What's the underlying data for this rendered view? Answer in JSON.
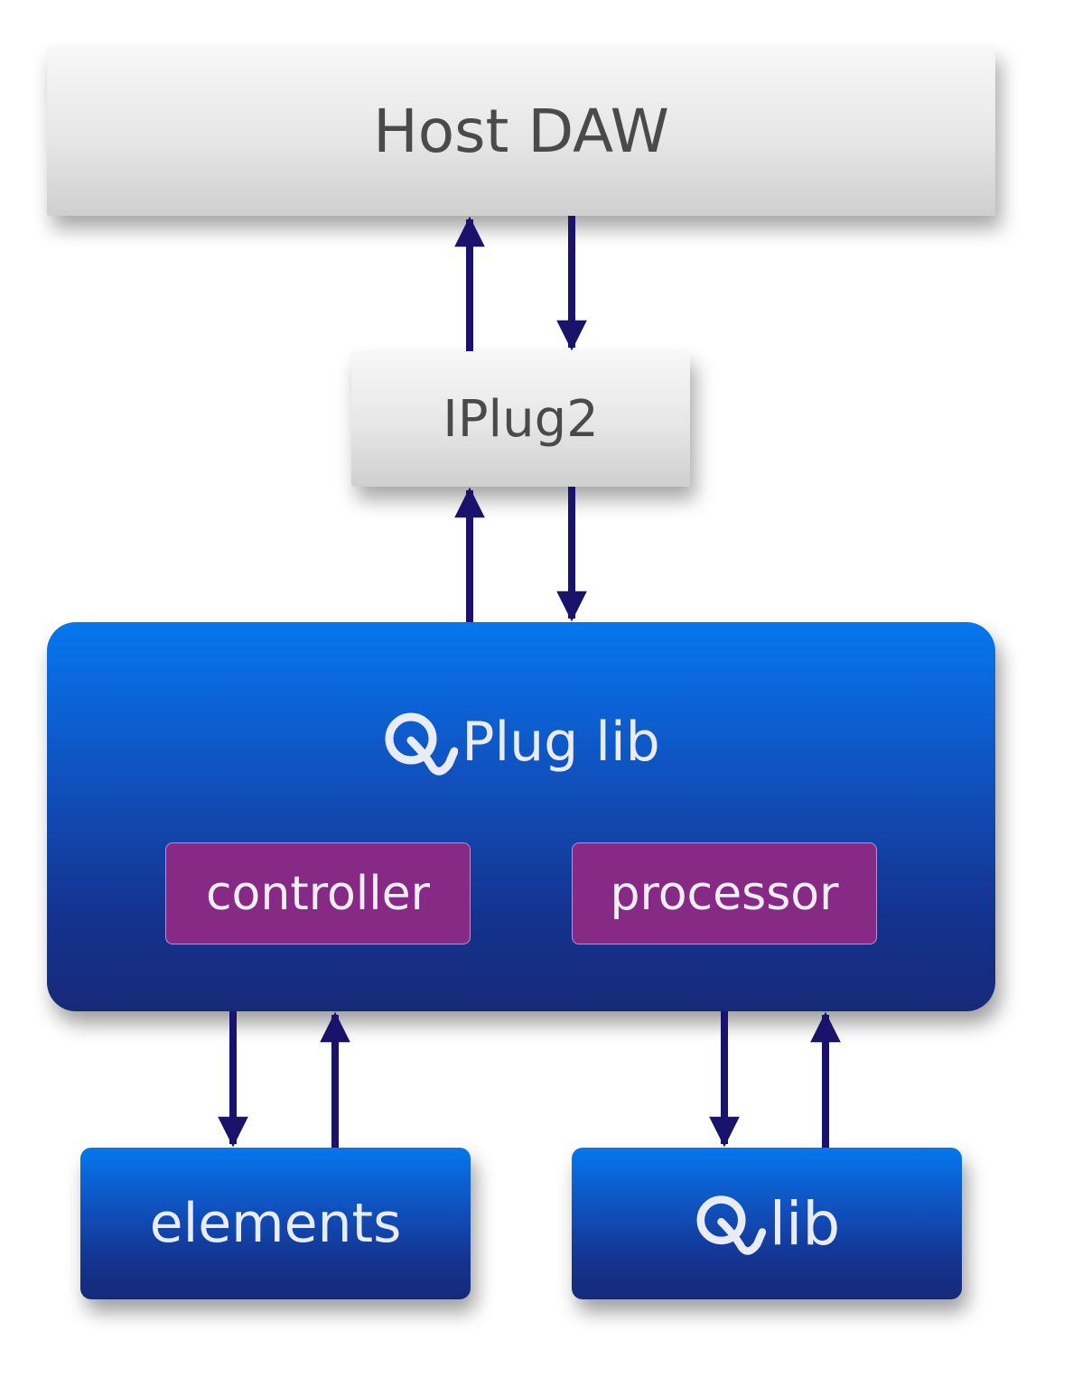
{
  "host": {
    "label": "Host DAW"
  },
  "iplug": {
    "label": "IPlug2"
  },
  "qplug": {
    "title": "Plug lib",
    "controller": "controller",
    "processor": "processor"
  },
  "elements": {
    "label": "elements"
  },
  "qlib": {
    "label": "lib"
  },
  "logo": {
    "icon": "q-logo-icon"
  },
  "colors": {
    "arrow": "#1a136b",
    "blue_top": "#0677ee",
    "blue_bottom": "#162a78",
    "purple": "#862a86",
    "gray_text": "#4a4a4a"
  }
}
